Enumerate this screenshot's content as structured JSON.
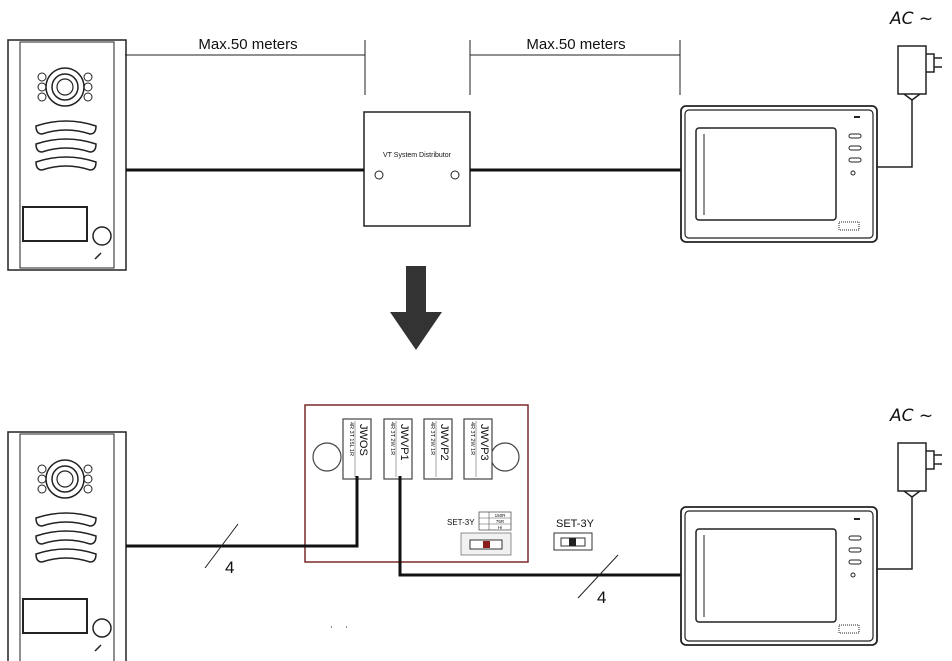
{
  "top": {
    "segment_left_label": "Max.50 meters",
    "segment_right_label": "Max.50 meters",
    "distributor_label": "VT System Distributor",
    "power_label": "AC ~"
  },
  "bottom": {
    "terminals": [
      "JWOS",
      "JWVP1",
      "JWVP2",
      "JWVP3"
    ],
    "terminal_pins": {
      "JWOS": "4R  3T  15L  1R",
      "JWVP1": "4R  3T  2W  1R",
      "JWVP2": "4R  3T  2W  1R",
      "JWVP3": "4R  3T  2W  1R"
    },
    "switch_label_board": "SET-3Y",
    "switch_options": [
      "150R",
      "75R",
      "Hi"
    ],
    "switch_label_external": "SET-3Y",
    "wire_count_left": "4",
    "wire_count_right": "4",
    "power_label": "AC ~"
  }
}
